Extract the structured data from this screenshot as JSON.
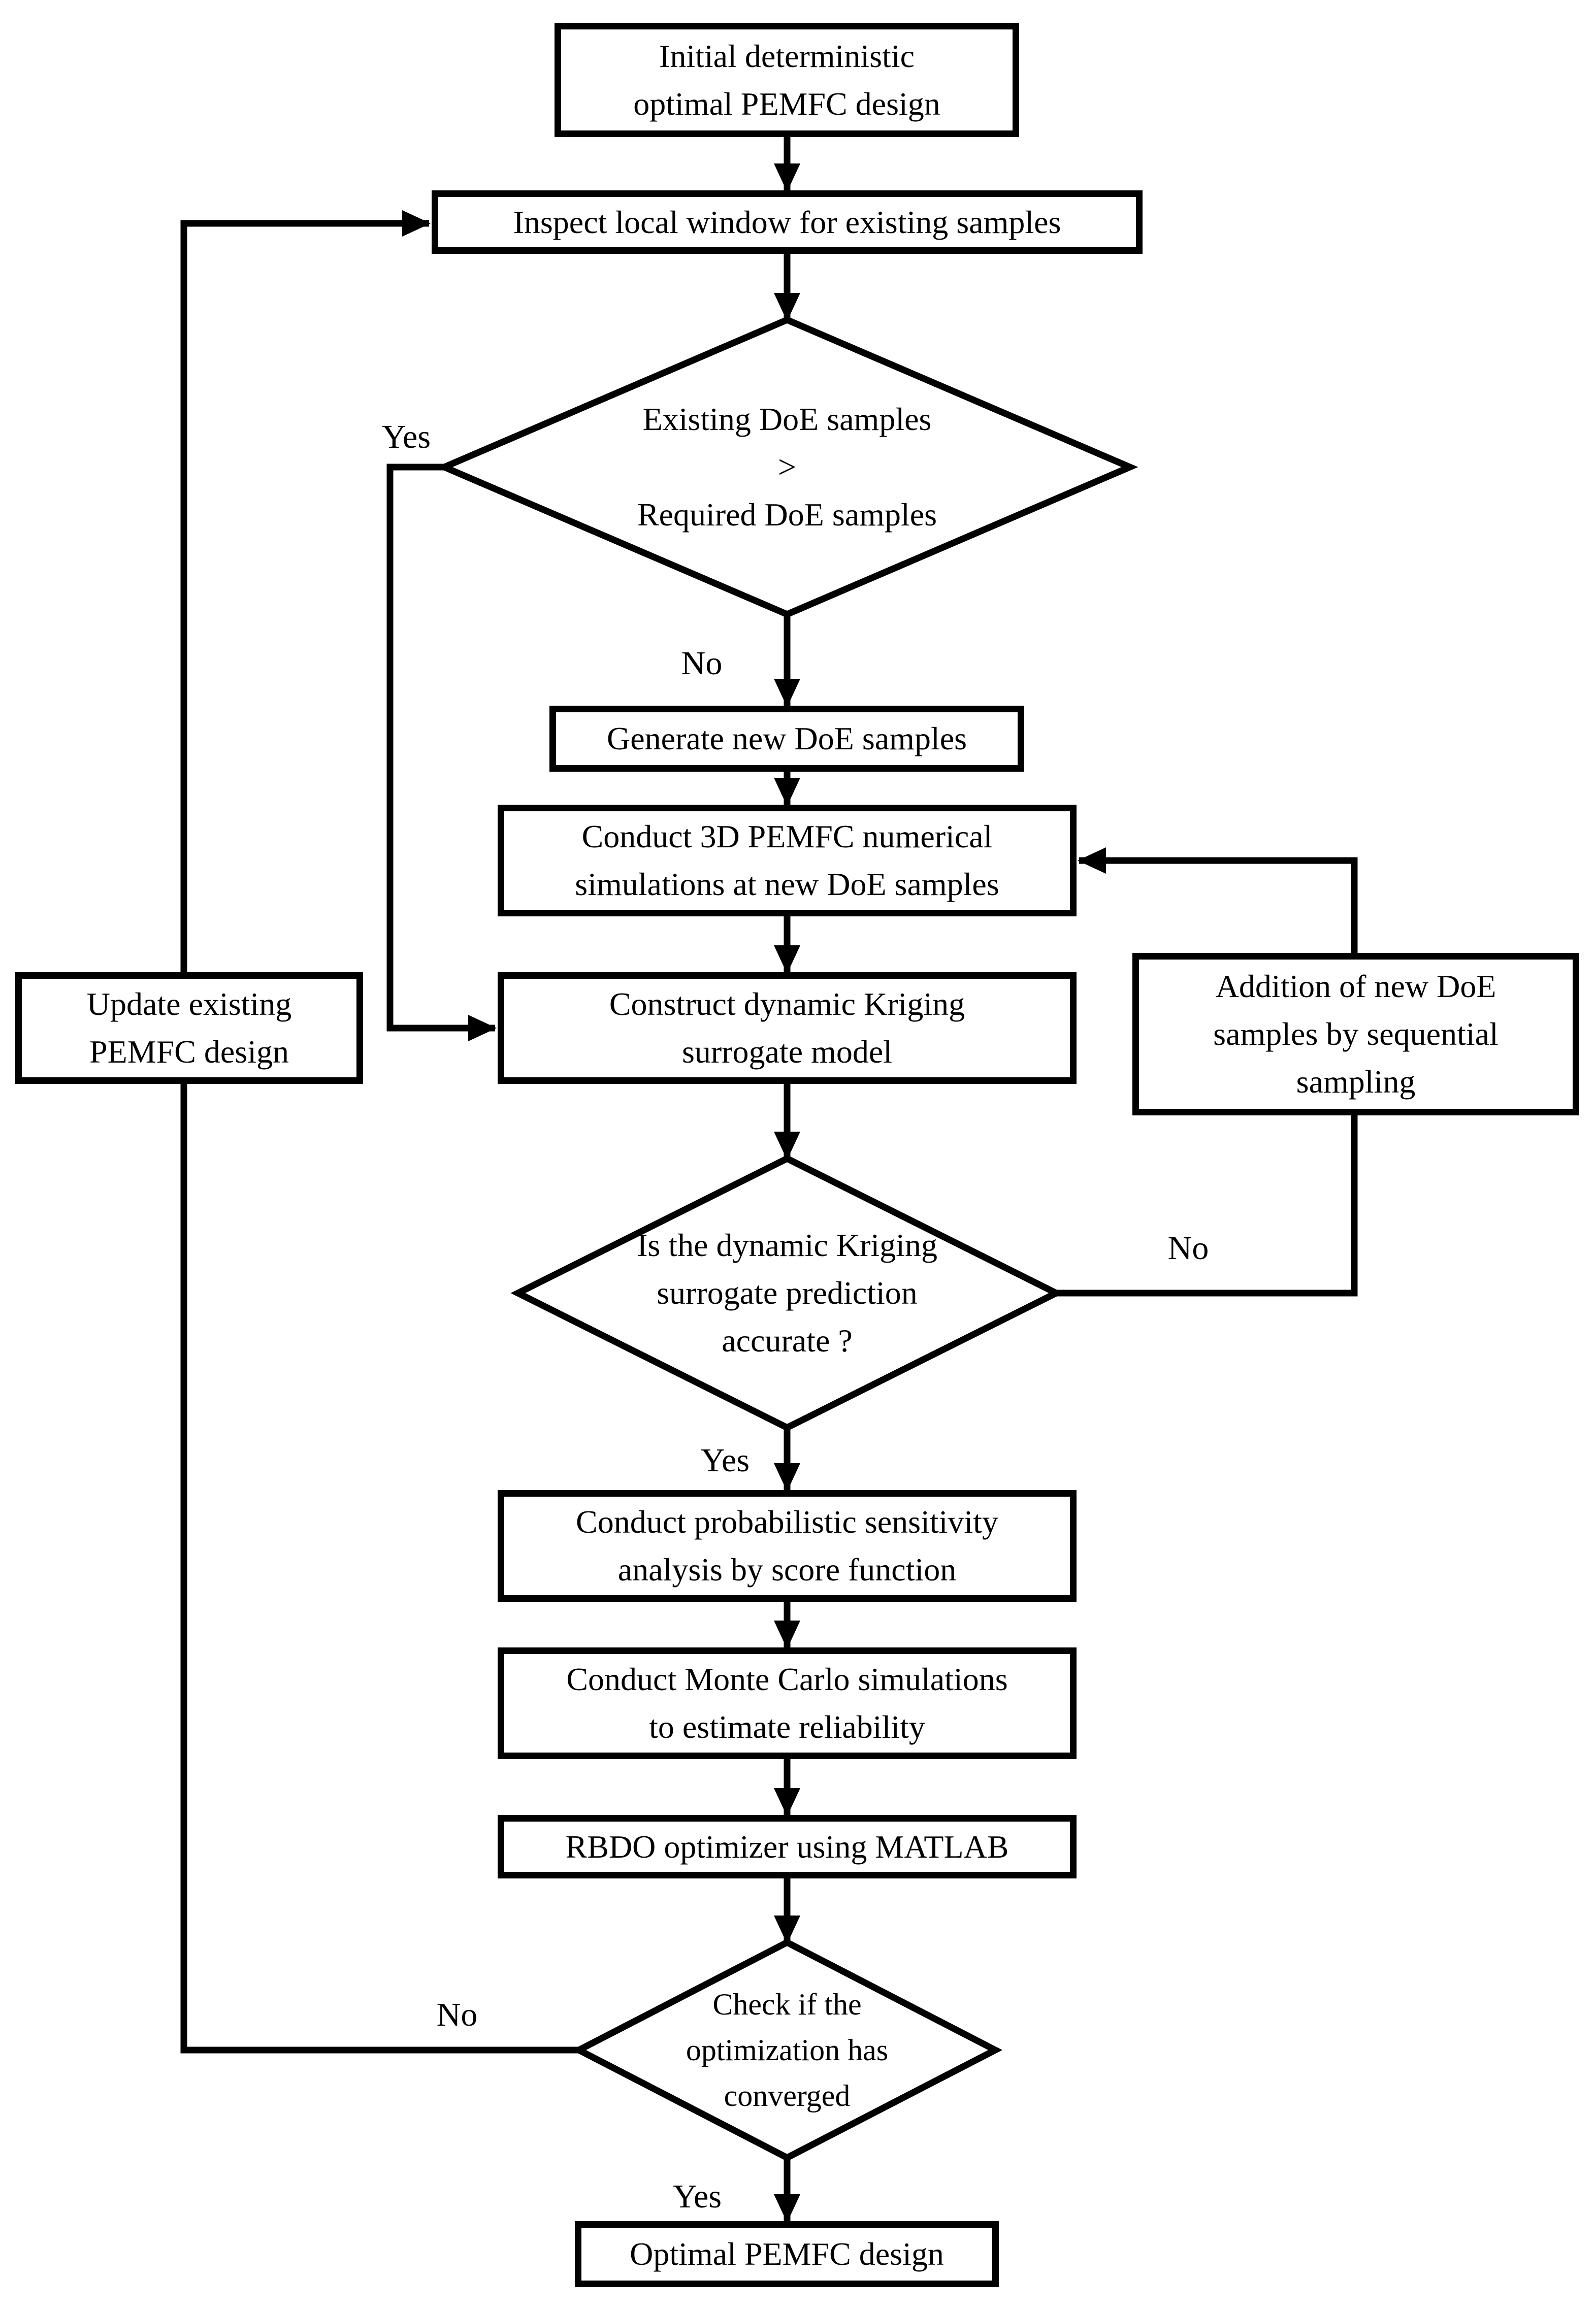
{
  "diagram": {
    "title": "PEMFC RBDO flowchart",
    "colors": {
      "stroke": "#000000",
      "node_fill": "#ffffff",
      "text": "#000000"
    },
    "nodes": {
      "initial": {
        "label": "Initial deterministic\noptimal PEMFC design"
      },
      "inspect": {
        "label": "Inspect local window for existing samples"
      },
      "doe_check": {
        "label": "Existing DoE samples\n>\nRequired DoE samples"
      },
      "generate": {
        "label": "Generate new DoE samples"
      },
      "simulate": {
        "label": "Conduct 3D PEMFC numerical\nsimulations at new DoE samples"
      },
      "kriging": {
        "label": "Construct dynamic Kriging\nsurrogate model"
      },
      "addition": {
        "label": "Addition of new DoE\nsamples by sequential\nsampling"
      },
      "accuracy_check": {
        "label": "Is the dynamic Kriging\nsurrogate prediction\naccurate ?"
      },
      "sensitivity": {
        "label": "Conduct probabilistic sensitivity\nanalysis by score function"
      },
      "monte_carlo": {
        "label": "Conduct Monte Carlo simulations\nto estimate reliability"
      },
      "rbdo": {
        "label": "RBDO optimizer using MATLAB"
      },
      "converge_check": {
        "label": "Check if the\noptimization has\nconverged"
      },
      "optimal": {
        "label": "Optimal PEMFC design"
      },
      "update": {
        "label": "Update existing\nPEMFC design"
      }
    },
    "edge_labels": {
      "doe_yes": "Yes",
      "doe_no": "No",
      "accuracy_no": "No",
      "accuracy_yes": "Yes",
      "converge_no": "No",
      "converge_yes": "Yes"
    }
  }
}
